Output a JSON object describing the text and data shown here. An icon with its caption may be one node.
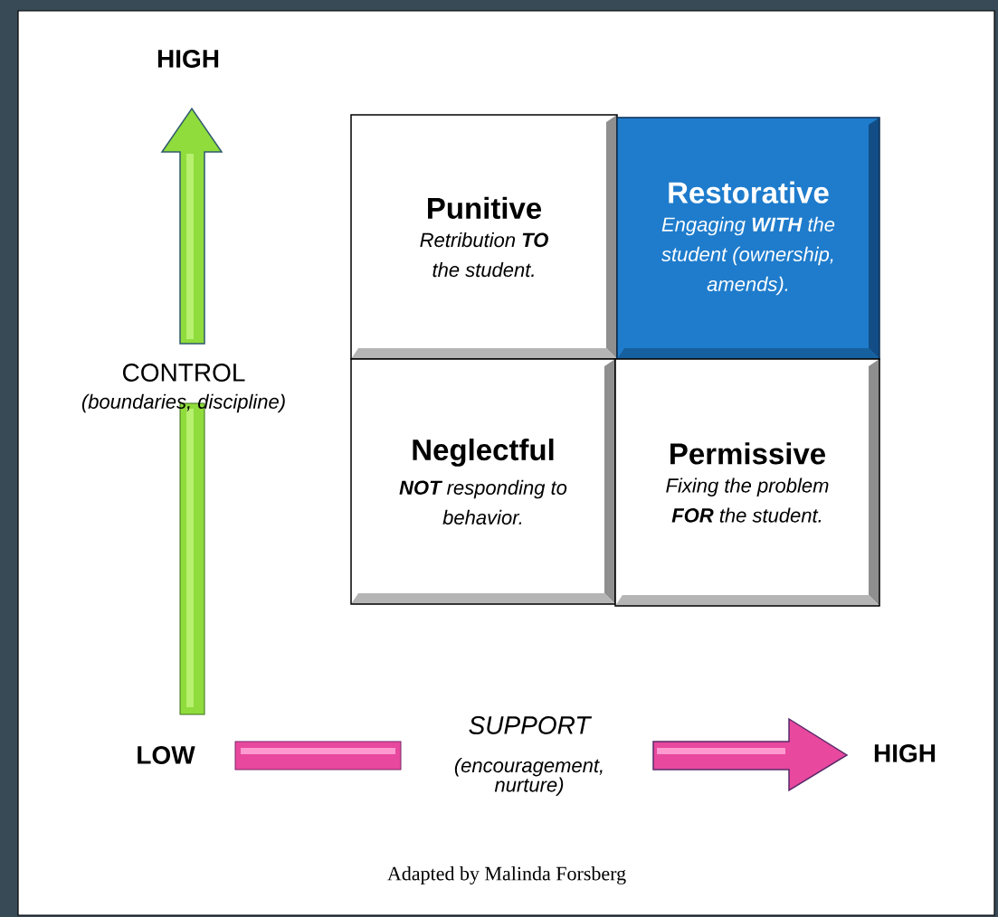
{
  "diagram": {
    "caption": "Adapted by Malinda Forsberg",
    "nodes": [
      {
        "text": [
          "Punitive",
          "Retribution **TO** the student."
        ]
      },
      {
        "text": [
          "Restorative",
          "Engaging **WITH** the student (ownership, amends)."
        ]
      },
      {
        "text": [
          "Neglectful",
          "**NOT** responding to behavior."
        ]
      },
      {
        "text": [
          "Permissive",
          "Fixing the problem **FOR** the student."
        ]
      }
    ],
    "labels": [
      "HIGH",
      "CONTROL",
      "(boundaries, discipline)",
      "LOW",
      "SUPPORT",
      "(encouragement, nurture)",
      "HIGH"
    ]
  }
}
